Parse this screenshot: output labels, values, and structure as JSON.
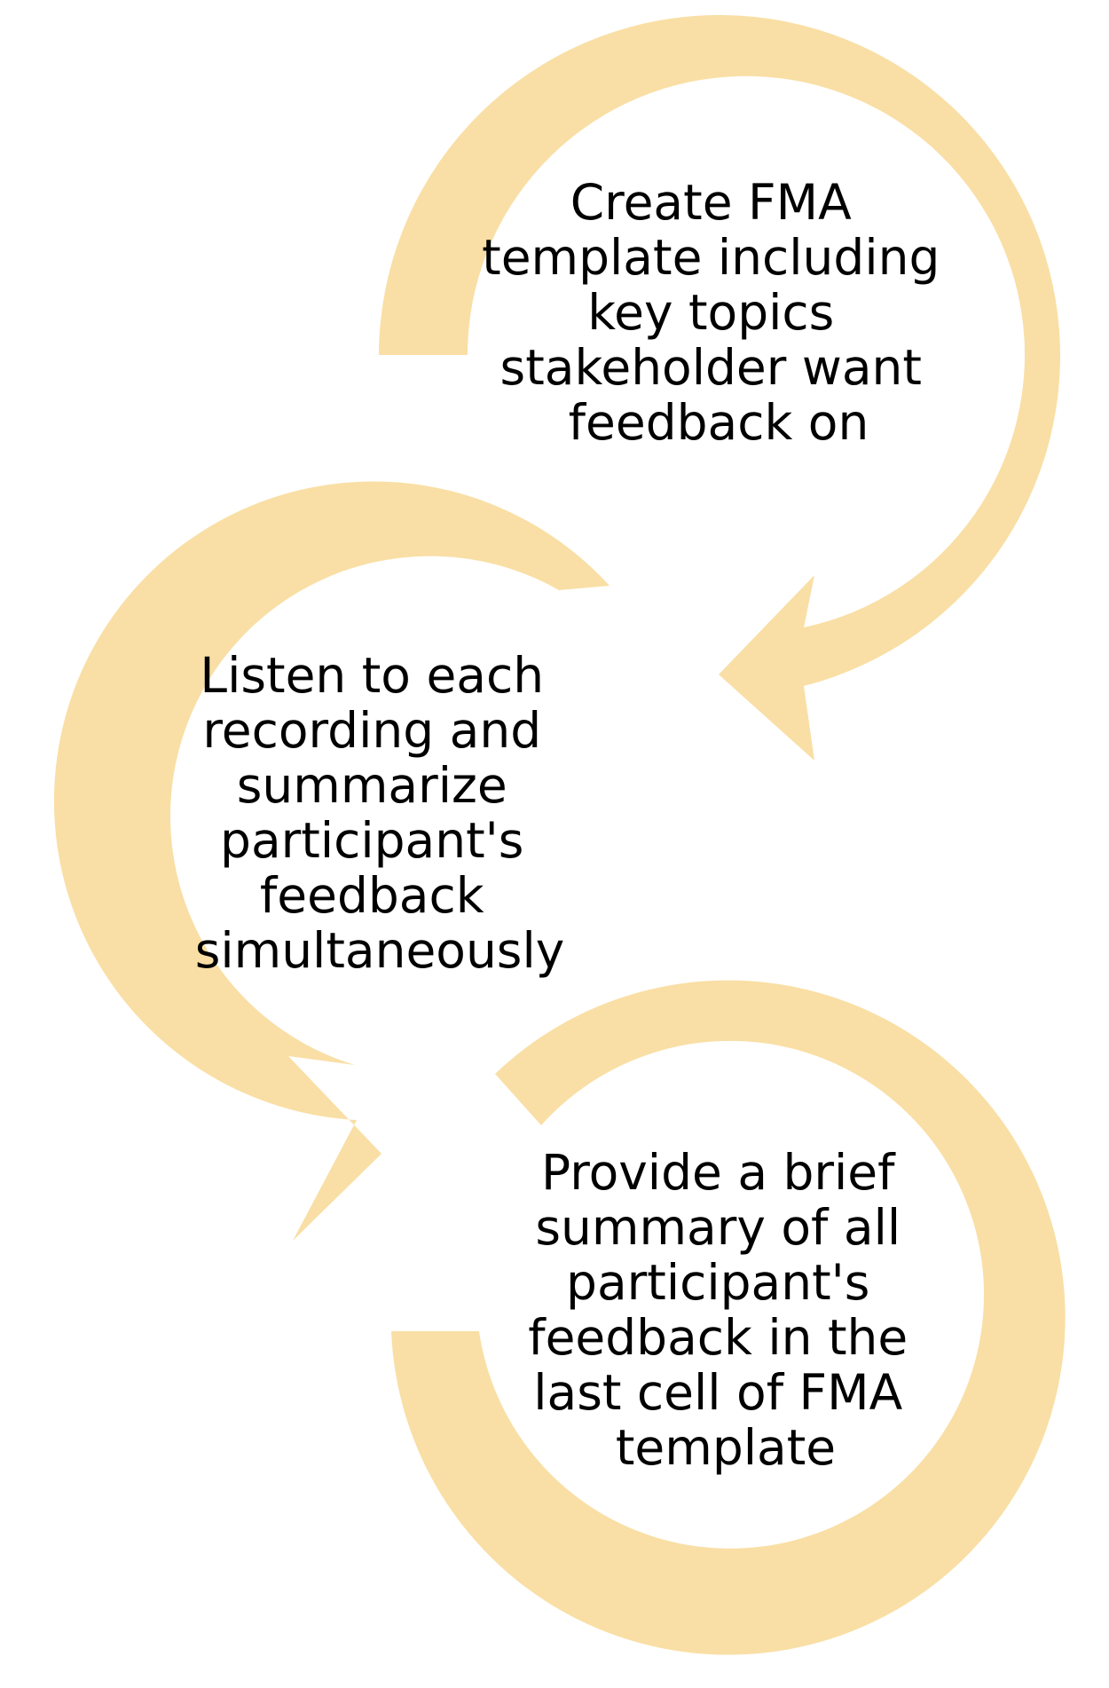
{
  "diagram": {
    "arrow_color": "#F9DFA5",
    "text_color": "#000000",
    "steps": [
      {
        "id": "step-1",
        "lines": [
          "Create FMA",
          "template including",
          "key topics",
          "stakeholder want",
          "feedback on"
        ]
      },
      {
        "id": "step-2",
        "lines": [
          "Listen to each",
          "recording and",
          "summarize",
          "participant's",
          "feedback",
          "simultaneously"
        ]
      },
      {
        "id": "step-3",
        "lines": [
          "Provide a brief",
          "summary of all",
          "participant's",
          "feedback in the",
          "last cell of FMA",
          "template"
        ]
      }
    ]
  }
}
